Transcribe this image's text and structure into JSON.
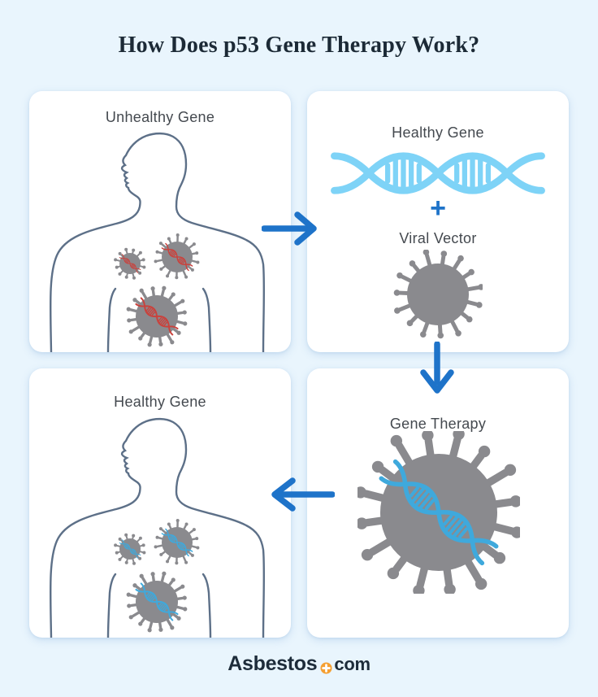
{
  "title": "How Does p53 Gene Therapy Work?",
  "panels": {
    "unhealthy_gene": {
      "label": "Unhealthy Gene"
    },
    "healthy_gene_vector": {
      "gene_label": "Healthy Gene",
      "plus": "+",
      "vector_label": "Viral Vector"
    },
    "gene_therapy": {
      "label": "Gene Therapy"
    },
    "healthy_gene_result": {
      "label": "Healthy Gene"
    }
  },
  "footer": {
    "brand": "Asbestos",
    "tld": "com"
  },
  "icons": {
    "arrow_right": "right-arrow",
    "arrow_down": "down-arrow",
    "arrow_left": "left-arrow",
    "dna_helix": "double-helix",
    "virus": "spiked-virus-particle",
    "body": "human-profile-silhouette",
    "plus_badge": "orange-circle-white-plus"
  },
  "colors": {
    "background": "#e9f5fd",
    "card": "#ffffff",
    "title_text": "#1c2a36",
    "label_text": "#44494f",
    "accent_blue": "#1e73c9",
    "helix_blue": "#7ed3f7",
    "virus_gray": "#8a8a8e",
    "dna_red": "#c9423d",
    "dna_blue": "#3fa9dc",
    "body_outline": "#5d7088",
    "logo_navy": "#1d2c3a",
    "logo_orange": "#f5a033"
  }
}
